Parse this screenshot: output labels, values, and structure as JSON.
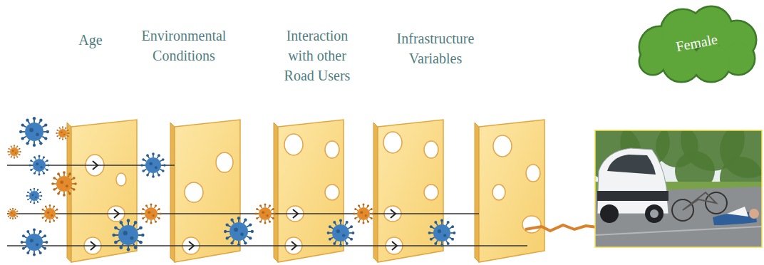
{
  "diagram": {
    "nodes": [
      {
        "text": [
          "Female"
        ]
      }
    ],
    "labels": [
      "Age",
      "Environmental Conditions",
      "Interaction with other Road Users",
      "Infrastructure Variables"
    ]
  }
}
